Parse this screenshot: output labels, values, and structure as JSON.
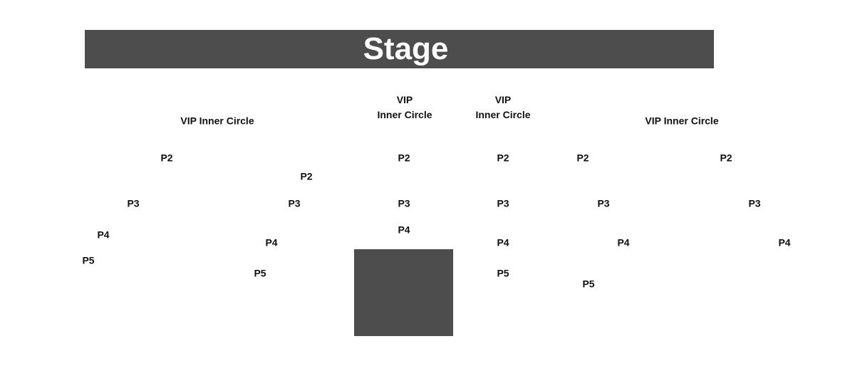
{
  "stage_label": "Stage",
  "colors": {
    "stage": "#4d4d4d",
    "text": "#111111"
  },
  "sections": {
    "vip_left": "VIP Inner Circle",
    "vip_center_left": {
      "line1": "VIP",
      "line2": "Inner Circle"
    },
    "vip_center_right": {
      "line1": "VIP",
      "line2": "Inner Circle"
    },
    "vip_right": "VIP Inner Circle",
    "p2": [
      "P2",
      "P2",
      "P2",
      "P2",
      "P2",
      "P2"
    ],
    "p3": [
      "P3",
      "P3",
      "P3",
      "P3",
      "P3",
      "P3"
    ],
    "p4": [
      "P4",
      "P4",
      "P4",
      "P4",
      "P4",
      "P4"
    ],
    "p5": [
      "P5",
      "P5",
      "P5",
      "P5"
    ]
  }
}
